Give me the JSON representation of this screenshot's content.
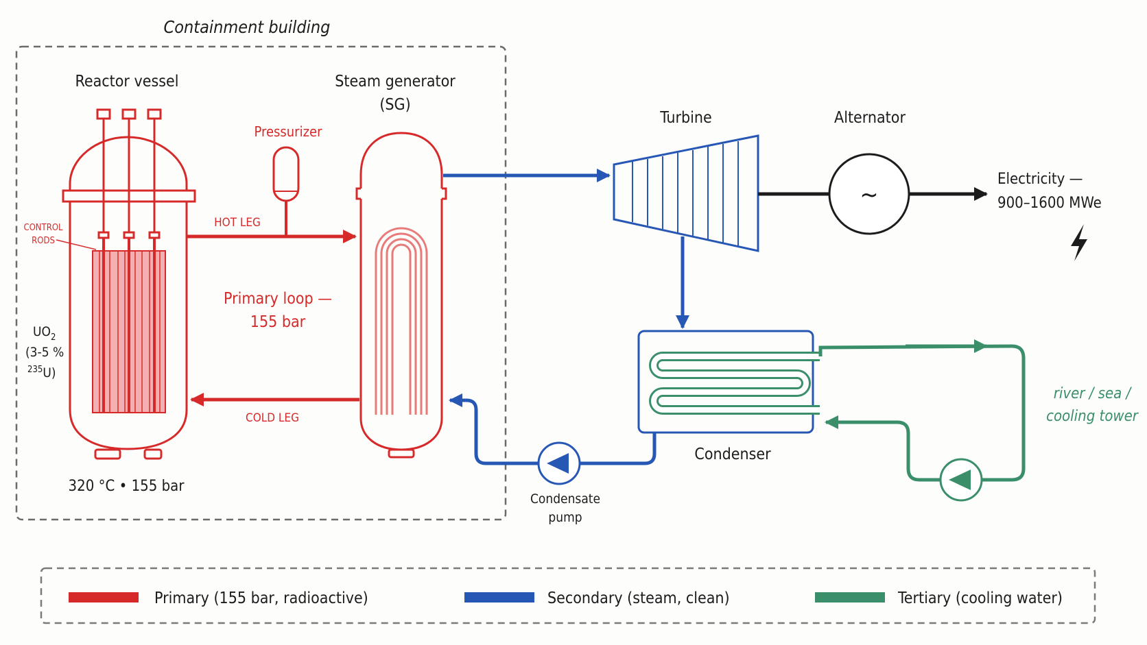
{
  "containment": {
    "title": "Containment building"
  },
  "reactor": {
    "title": "Reactor vessel",
    "control_rods_line1": "CONTROL",
    "control_rods_line2": "RODS",
    "fuel_line1": "UO",
    "fuel_sub": "2",
    "fuel_line2": "(3-5 %",
    "fuel_sup": "235",
    "fuel_line3": "U)",
    "conditions": "320 °C  •  155 bar"
  },
  "pressurizer": {
    "label": "Pressurizer"
  },
  "primary_loop": {
    "hot_leg": "HOT LEG",
    "cold_leg": "COLD LEG",
    "label_line1": "Primary loop —",
    "label_line2": "155 bar"
  },
  "steam_generator": {
    "label_line1": "Steam generator",
    "label_line2": "(SG)"
  },
  "turbine": {
    "label": "Turbine"
  },
  "alternator": {
    "label": "Alternator",
    "symbol": "~"
  },
  "electricity": {
    "label_line1": "Electricity —",
    "label_line2": "900–1600 MWe"
  },
  "condenser": {
    "label": "Condenser"
  },
  "condensate_pump": {
    "label_line1": "Condensate",
    "label_line2": "pump"
  },
  "cooling": {
    "label_line1": "river / sea /",
    "label_line2": "cooling tower"
  },
  "colors": {
    "primary": "#d62a2a",
    "secondary": "#2657b5",
    "tertiary": "#3a8f6a",
    "neutral": "#1c1c1c"
  },
  "legend": [
    {
      "label": "Primary (155 bar, radioactive)",
      "color": "#d62a2a"
    },
    {
      "label": "Secondary (steam, clean)",
      "color": "#2657b5"
    },
    {
      "label": "Tertiary (cooling water)",
      "color": "#3a8f6a"
    }
  ]
}
